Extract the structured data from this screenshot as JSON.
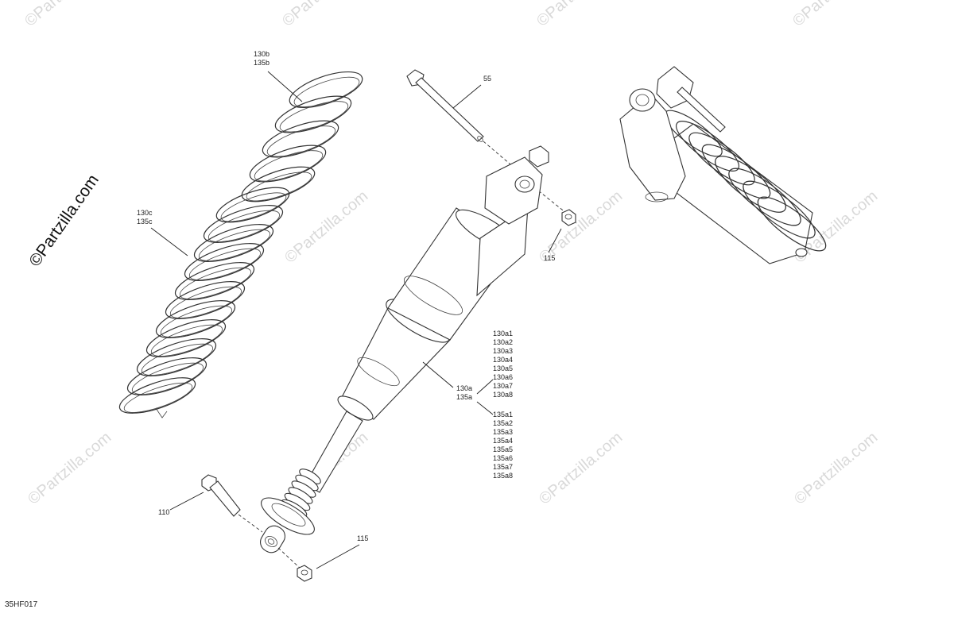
{
  "diagram": {
    "diagram_code": "35HF017",
    "brand_mark": "©Partzilla.com",
    "watermark": "©Partzilla.com",
    "labels": {
      "spring_upper": [
        "130b",
        "135b"
      ],
      "spring_lower": [
        "130c",
        "135c"
      ],
      "bolt_upper": "55",
      "nut_upper": "115",
      "bolt_lower": "110",
      "nut_lower": "115",
      "shock": [
        "130a",
        "135a"
      ],
      "shock_130_variants": [
        "130a1",
        "130a2",
        "130a3",
        "130a4",
        "130a5",
        "130a6",
        "130a7",
        "130a8"
      ],
      "shock_135_variants": [
        "135a1",
        "135a2",
        "135a3",
        "135a4",
        "135a5",
        "135a6",
        "135a7",
        "135a8"
      ]
    }
  }
}
